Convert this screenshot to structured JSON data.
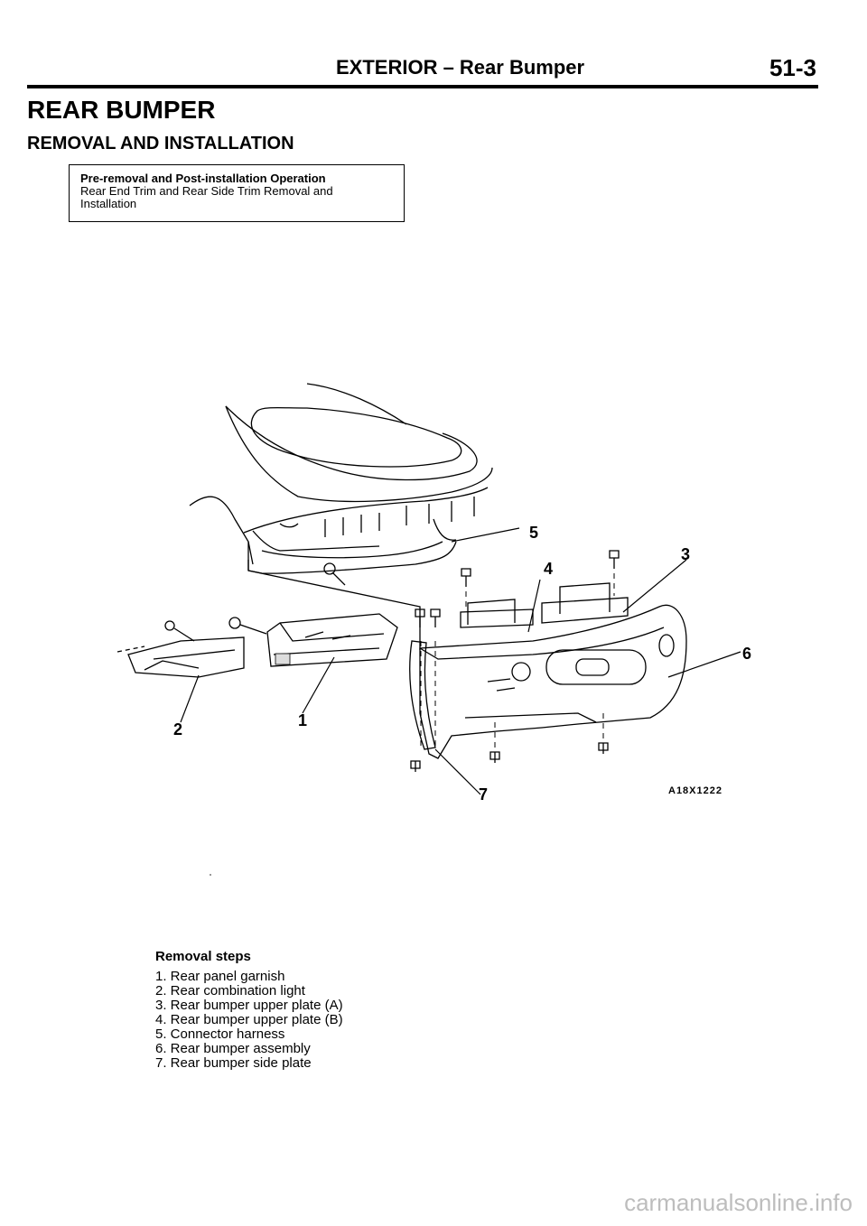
{
  "header": {
    "section": "EXTERIOR – Rear Bumper",
    "page_number": "51-3"
  },
  "title": "REAR BUMPER",
  "subtitle": "REMOVAL AND INSTALLATION",
  "operation_box": {
    "title": "Pre-removal and Post-installation Operation",
    "line1": "Rear End Trim and Rear Side Trim Removal and",
    "line2": "Installation"
  },
  "figure": {
    "code": "A18X1222",
    "callouts": [
      "1",
      "2",
      "3",
      "4",
      "5",
      "6",
      "7"
    ]
  },
  "removal_steps": {
    "title": "Removal steps",
    "items": [
      "1. Rear panel garnish",
      "2. Rear combination light",
      "3. Rear bumper upper plate (A)",
      "4. Rear bumper upper plate (B)",
      "5. Connector harness",
      "6. Rear bumper assembly",
      "7. Rear bumper side plate"
    ]
  },
  "watermark": "carmanualsonline.info"
}
